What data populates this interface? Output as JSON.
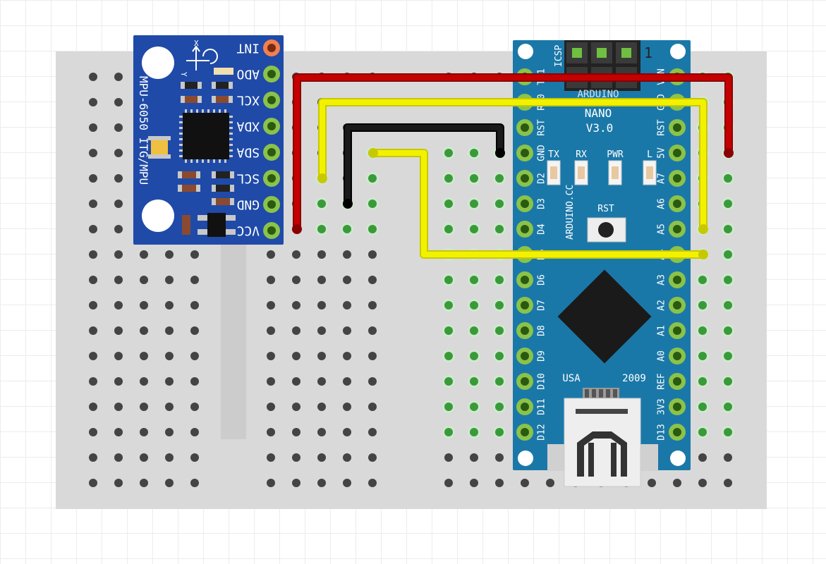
{
  "colors": {
    "breadboard": "#d9d9d9",
    "hole": "#444444",
    "connected_hole": "#3a9a3a",
    "mpu_board": "#1f4aa8",
    "nano_board": "#1a78a8",
    "wire_red": "#c40000",
    "wire_yellow": "#f2f200",
    "wire_black": "#1a1a1a",
    "pin_green": "#8bc34a",
    "pin_orange": "#f08050"
  },
  "mpu6050": {
    "label": "MPU-6050 ITG/MPU",
    "pins": [
      "INT",
      "ADO",
      "XCL",
      "XDA",
      "SDA",
      "SCL",
      "GND",
      "VCC"
    ],
    "axis_x": "X",
    "axis_y": "Y"
  },
  "arduino_nano": {
    "icsp_label": "ICSP",
    "pin1_marker": "1",
    "brand_partial": "ARDUINO",
    "model": "NANO",
    "version": "V3.0",
    "led_labels": [
      "TX",
      "RX",
      "PWR",
      "L"
    ],
    "rst_button_label": "RST",
    "website": "ARDUINO.CC",
    "country": "USA",
    "year": "2009",
    "left_pins": [
      "TX1",
      "RX0",
      "RST",
      "GND",
      "D2",
      "D3",
      "D4",
      "D5",
      "D6",
      "D7",
      "D8",
      "D9",
      "D10",
      "D11",
      "D12"
    ],
    "right_pins": [
      "VIN",
      "GND",
      "RST",
      "5V",
      "A7",
      "A6",
      "A5",
      "A4",
      "A3",
      "A2",
      "A1",
      "A0",
      "REF",
      "3V3",
      "D13"
    ]
  },
  "wires": [
    {
      "name": "red-wire-vcc-vin",
      "color": "red"
    },
    {
      "name": "yellow-wire-scl-a5",
      "color": "yellow"
    },
    {
      "name": "black-wire-gnd",
      "color": "black"
    },
    {
      "name": "yellow-wire-sda-a4",
      "color": "yellow"
    }
  ]
}
